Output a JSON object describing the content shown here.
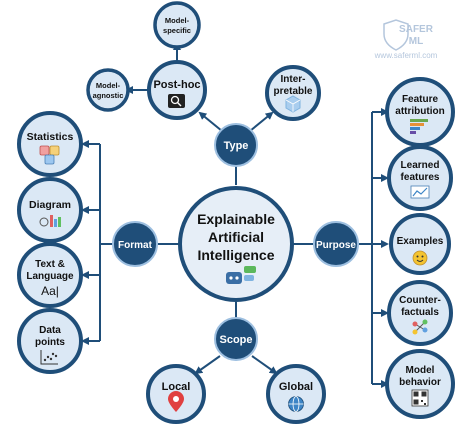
{
  "colors": {
    "navy": "#1f4e79",
    "circle_fill": "#dbe8f5",
    "center_fill": "#e6eef7",
    "hub_fill": "#1f4e79",
    "arrow": "#1f4e79",
    "watermark": "#9bb3d1"
  },
  "watermark": {
    "line1": "SAFER",
    "line2": "ML",
    "url": "www.saferml.com",
    "icon": "shield-icon"
  },
  "center": {
    "line1": "Explainable",
    "line2": "Artificial",
    "line3": "Intelligence",
    "icon": "robot-chat-icon"
  },
  "hubs": {
    "type": "Type",
    "format": "Format",
    "purpose": "Purpose",
    "scope": "Scope"
  },
  "type_branch": {
    "post_hoc": "Post-hoc",
    "post_hoc_icon": "magnifier-icon",
    "model_specific_1": "Model-",
    "model_specific_2": "specific",
    "model_agnostic_1": "Model-",
    "model_agnostic_2": "agnostic",
    "interpretable_1": "Inter-",
    "interpretable_2": "pretable",
    "interpretable_icon": "cube-icon"
  },
  "format_items": [
    {
      "line1": "Statistics",
      "line2": "",
      "icon": "dice-icon"
    },
    {
      "line1": "Diagram",
      "line2": "",
      "icon": "diagram-icon"
    },
    {
      "line1": "Text &",
      "line2": "Language",
      "icon": "text-aa-icon",
      "icon_text": "Aa|"
    },
    {
      "line1": "Data",
      "line2": "points",
      "icon": "scatter-icon"
    }
  ],
  "purpose_items": [
    {
      "line1": "Feature",
      "line2": "attribution",
      "icon": "bars-icon"
    },
    {
      "line1": "Learned",
      "line2": "features",
      "icon": "chart-icon"
    },
    {
      "line1": "Examples",
      "line2": "",
      "icon": "emoji-icon"
    },
    {
      "line1": "Counter-",
      "line2": "factuals",
      "icon": "molecule-icon"
    },
    {
      "line1": "Model",
      "line2": "behavior",
      "icon": "qr-icon"
    }
  ],
  "scope_items": {
    "local": "Local",
    "local_icon": "location-pin-icon",
    "global": "Global",
    "global_icon": "globe-icon"
  }
}
